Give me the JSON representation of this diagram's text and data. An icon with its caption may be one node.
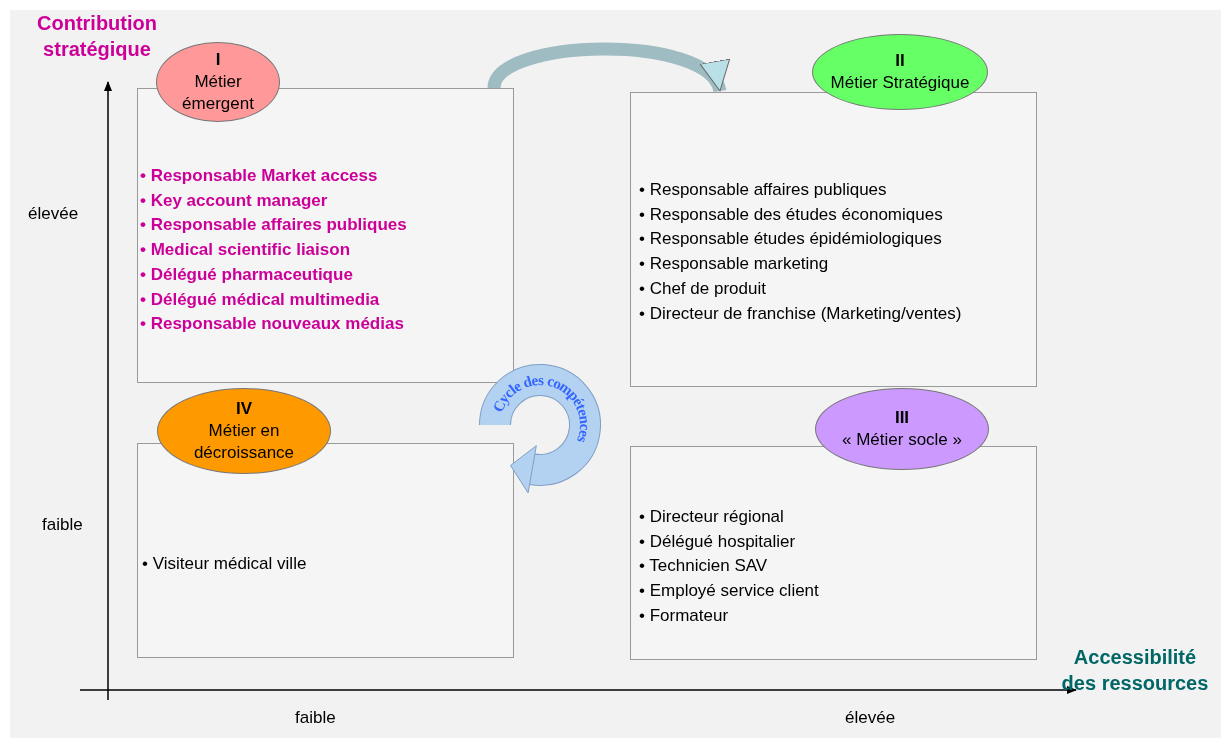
{
  "diagram": {
    "nodes": [
      {
        "text": [
          "I",
          "Métier émergent"
        ]
      },
      {
        "text": [
          "• Responsable Market access",
          "• Key account manager",
          "• Responsable affaires publiques",
          "• Medical scientific liaison",
          "• Délégué pharmaceutique",
          "• Délégué médical multimedia",
          "• Responsable nouveaux médias"
        ]
      },
      {
        "text": [
          "II",
          "Métier Stratégique"
        ]
      },
      {
        "text": [
          "• Responsable affaires publiques",
          "• Responsable des études économiques",
          "• Responsable études épidémiologiques",
          "• Responsable marketing",
          "• Chef de produit",
          "• Directeur de franchise (Marketing/ventes)"
        ]
      },
      {
        "text": [
          "Cycle des compétences"
        ]
      },
      {
        "text": [
          "IV",
          "Métier en décroissance"
        ]
      },
      {
        "text": [
          "• Visiteur médical ville"
        ]
      },
      {
        "text": [
          "III",
          "« Métier socle »"
        ]
      },
      {
        "text": [
          "• Directeur régional",
          "• Délégué hospitalier",
          "• Technicien SAV",
          "• Employé service client",
          "• Formateur"
        ]
      }
    ],
    "edges": [
      {
        "from": 1,
        "to": 3,
        "arrow": "to"
      }
    ],
    "labels": [
      "Contribution stratégique",
      "élevée",
      "faible",
      "Accessibilité des ressources",
      "faible",
      "élevée"
    ]
  }
}
